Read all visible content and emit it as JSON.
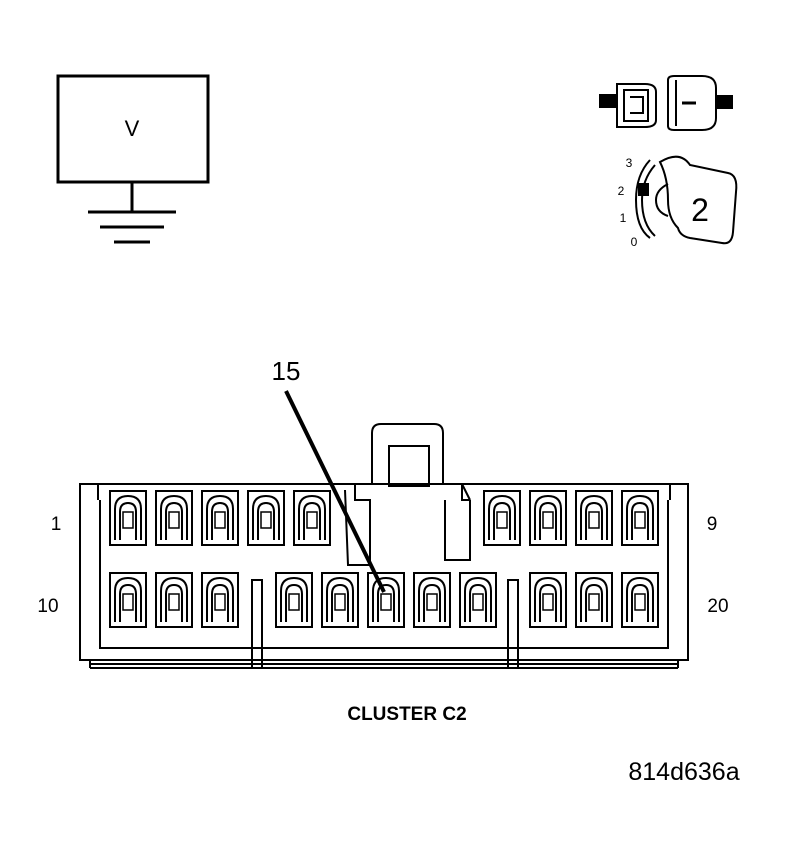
{
  "meter": {
    "label": "V"
  },
  "ignition": {
    "positions": [
      "3",
      "2",
      "1",
      "0"
    ],
    "selected": "2"
  },
  "connector": {
    "name": "CLUSTER C2",
    "pin_callout": "15",
    "row1_first_pin": "1",
    "row1_last_pin": "9",
    "row2_first_pin": "10",
    "row2_last_pin": "20"
  },
  "figure_id": "814d636a"
}
